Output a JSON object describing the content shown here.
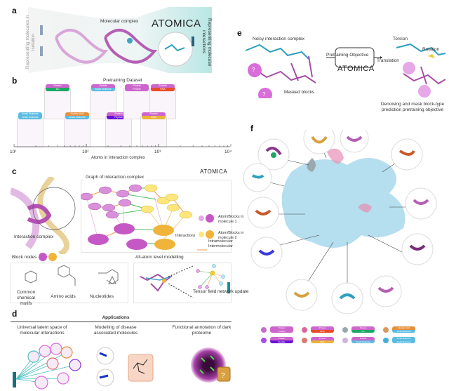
{
  "panel_a": {
    "label": "a",
    "left_caption": "Representing molecules in isolation",
    "middle_caption": "Molecular complex",
    "logo": "ATOMICA",
    "right_caption": "Representing molecular interactions"
  },
  "panel_b": {
    "label": "b",
    "title": "Pretraining Dataset",
    "xlabel": "Atoms in interaction complex",
    "ticks": [
      "10¹",
      "10²",
      "10³",
      "10⁴"
    ],
    "cards": [
      {
        "top": "Small Molecule",
        "bottom": "Small Molecule",
        "c1": "#5bbbe0",
        "c2": "#5bbbe0"
      },
      {
        "top": "Protein",
        "bottom": "Ion",
        "c1": "#cc66cc",
        "c2": "#1ca765"
      },
      {
        "top": "Nucleic Acid",
        "bottom": "Small Molecule",
        "c1": "#e58f3c",
        "c2": "#5bbbe0"
      },
      {
        "top": "Protein",
        "bottom": "Small Molecule",
        "c1": "#cc66cc",
        "c2": "#5bbbe0"
      },
      {
        "top": "Protein",
        "bottom": "Peptide",
        "c1": "#cc66cc",
        "c2": "#6a11d8"
      },
      {
        "top": "Protein",
        "bottom": "Protein",
        "c1": "#cc66cc",
        "c2": "#cc66cc"
      },
      {
        "top": "Protein",
        "bottom": "RNA",
        "c1": "#cc66cc",
        "c2": "#e94b2a"
      },
      {
        "top": "Protein",
        "bottom": "DNA",
        "c1": "#cc66cc",
        "c2": "#e9b43a"
      }
    ]
  },
  "panel_c": {
    "label": "c",
    "logo": "ATOMICA",
    "graph_title": "Graph of interaction complex",
    "complex_caption": "Interaction complex",
    "legend_mol1": "Atom/Blocks in molecule 1",
    "legend_mol2": "Atom/Blocks in molecule 2",
    "interactions_title": "Interactions",
    "intra": "Intramolecular",
    "inter": "Intermolecular",
    "block_nodes": "Block nodes",
    "motifs": "Common chemical motifs",
    "amino": "Amino acids",
    "nucleotides": "Nucleotides",
    "allatom_title": "All-atom level modelling",
    "tfn": "Tensor field network update"
  },
  "panel_d": {
    "label": "d",
    "title": "Applications",
    "app1": "Universal latent space of molecular interactions",
    "app2": "Modelling of disease associated molecules",
    "app3": "Functional annotation of dark proteome",
    "question": "?"
  },
  "panel_e": {
    "label": "e",
    "noisy": "Noisy interaction complex",
    "masked": "Masked blocks",
    "objective": "Pretraining Objective",
    "logo": "ATOMICA",
    "torsion": "Torsion",
    "rotation": "Rotation",
    "translation": "Translation",
    "caption": "Denoising and mask block-type prediction pretraining objective",
    "q": "?"
  },
  "panel_f": {
    "label": "f",
    "legend": [
      {
        "top": "Protein",
        "bottom": "Protein",
        "dot": "#c86dc8",
        "c1": "#cc66cc",
        "c2": "#cc66cc"
      },
      {
        "top": "Protein",
        "bottom": "RNA",
        "dot": "#d9679a",
        "c1": "#cc66cc",
        "c2": "#e94b2a"
      },
      {
        "top": "Protein",
        "bottom": "Ion",
        "dot": "#9aa9ad",
        "c1": "#cc66cc",
        "c2": "#1ca765"
      },
      {
        "top": "Nucleic Acid",
        "bottom": "Small Molecule",
        "dot": "#e0955f",
        "c1": "#e58f3c",
        "c2": "#5bbbe0"
      },
      {
        "top": "Protein",
        "bottom": "Peptide",
        "dot": "#a64fe6",
        "c1": "#cc66cc",
        "c2": "#6a11d8"
      },
      {
        "top": "Protein",
        "bottom": "DNA",
        "dot": "#d97b73",
        "c1": "#cc66cc",
        "c2": "#e9b43a"
      },
      {
        "top": "Protein",
        "bottom": "Small Molecule",
        "dot": "#d0b3e0",
        "c1": "#cc66cc",
        "c2": "#5bbbe0"
      },
      {
        "top": "Small Molecule",
        "bottom": "Small Molecule",
        "dot": "#43b0d8",
        "c1": "#5bbbe0",
        "c2": "#5bbbe0"
      }
    ]
  }
}
